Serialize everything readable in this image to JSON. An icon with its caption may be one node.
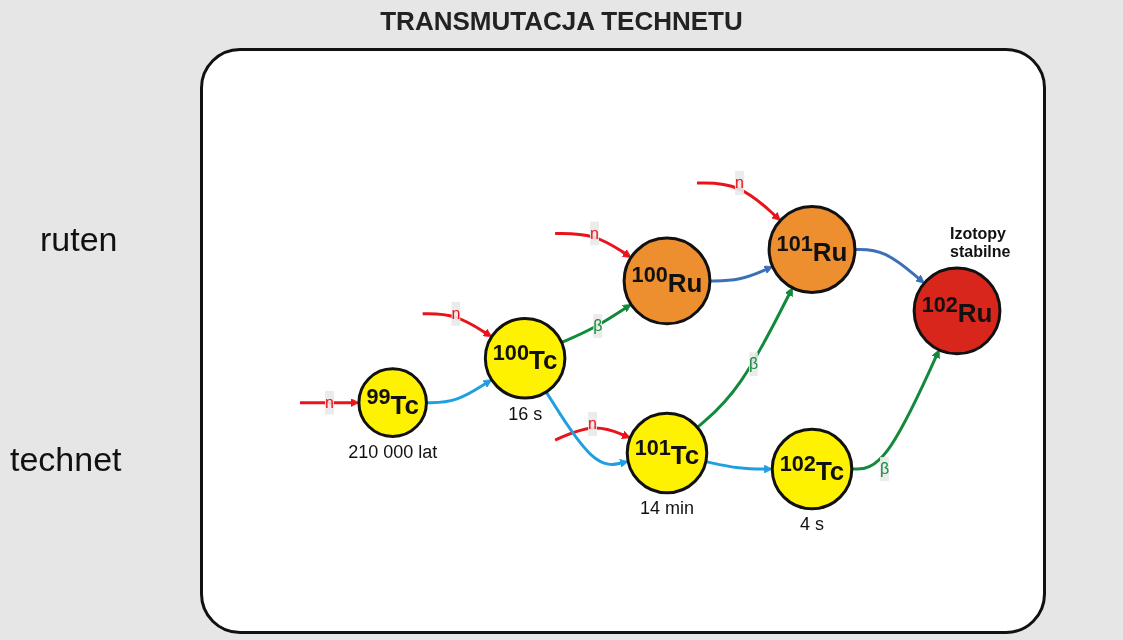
{
  "diagram": {
    "title": "TRANSMUTACJA TECHNETU",
    "nodes": [
      {
        "text": [
          "$^{100}$Ru"
        ]
      },
      {
        "text": [
          "$^{101}$Ru"
        ]
      },
      {
        "text": [
          "$^{102}$Ru"
        ]
      },
      {
        "text": [
          "$^{99}$Tc"
        ],
        "beside": [
          "210 000 lat"
        ]
      },
      {
        "text": [
          "$^{100}$Tc"
        ],
        "beside": [
          "16 s"
        ]
      },
      {
        "text": [
          "$^{101}$Tc"
        ],
        "beside": [
          "14 min"
        ]
      },
      {
        "text": [
          "$^{102}$Tc"
        ],
        "beside": [
          "4 s"
        ]
      }
    ],
    "edges": [
      {
        "from": null,
        "to": 0,
        "arrow": "to",
        "label": "n"
      },
      {
        "from": null,
        "to": 1,
        "arrow": "to",
        "label": "n"
      },
      {
        "from": 0,
        "to": 1,
        "arrow": "to",
        "color": "#3d6fb8"
      },
      {
        "from": 1,
        "to": 2,
        "arrow": "to",
        "color": "#3d6fb8"
      },
      {
        "from": 4,
        "to": 0,
        "arrow": "to",
        "label": "β",
        "color": "#128a3c"
      },
      {
        "from": 5,
        "to": 1,
        "arrow": "to",
        "label": "β",
        "color": "#128a3c"
      },
      {
        "from": 6,
        "to": 2,
        "arrow": "to",
        "label": "β",
        "color": "#128a3c"
      },
      {
        "from": null,
        "to": 3,
        "arrow": "to",
        "label": "n"
      },
      {
        "from": null,
        "to": 4,
        "arrow": "to",
        "label": "n"
      },
      {
        "from": null,
        "to": 5,
        "arrow": "to",
        "label": "n"
      },
      {
        "from": 3,
        "to": 4,
        "arrow": "to",
        "color": "#1ea0e0"
      },
      {
        "from": 4,
        "to": 5,
        "arrow": "to",
        "color": "#1ea0e0"
      },
      {
        "from": 5,
        "to": 6,
        "arrow": "to",
        "color": "#1ea0e0"
      }
    ],
    "labels": [
      "ruten",
      "Izotopy stabilne",
      "technet"
    ]
  }
}
